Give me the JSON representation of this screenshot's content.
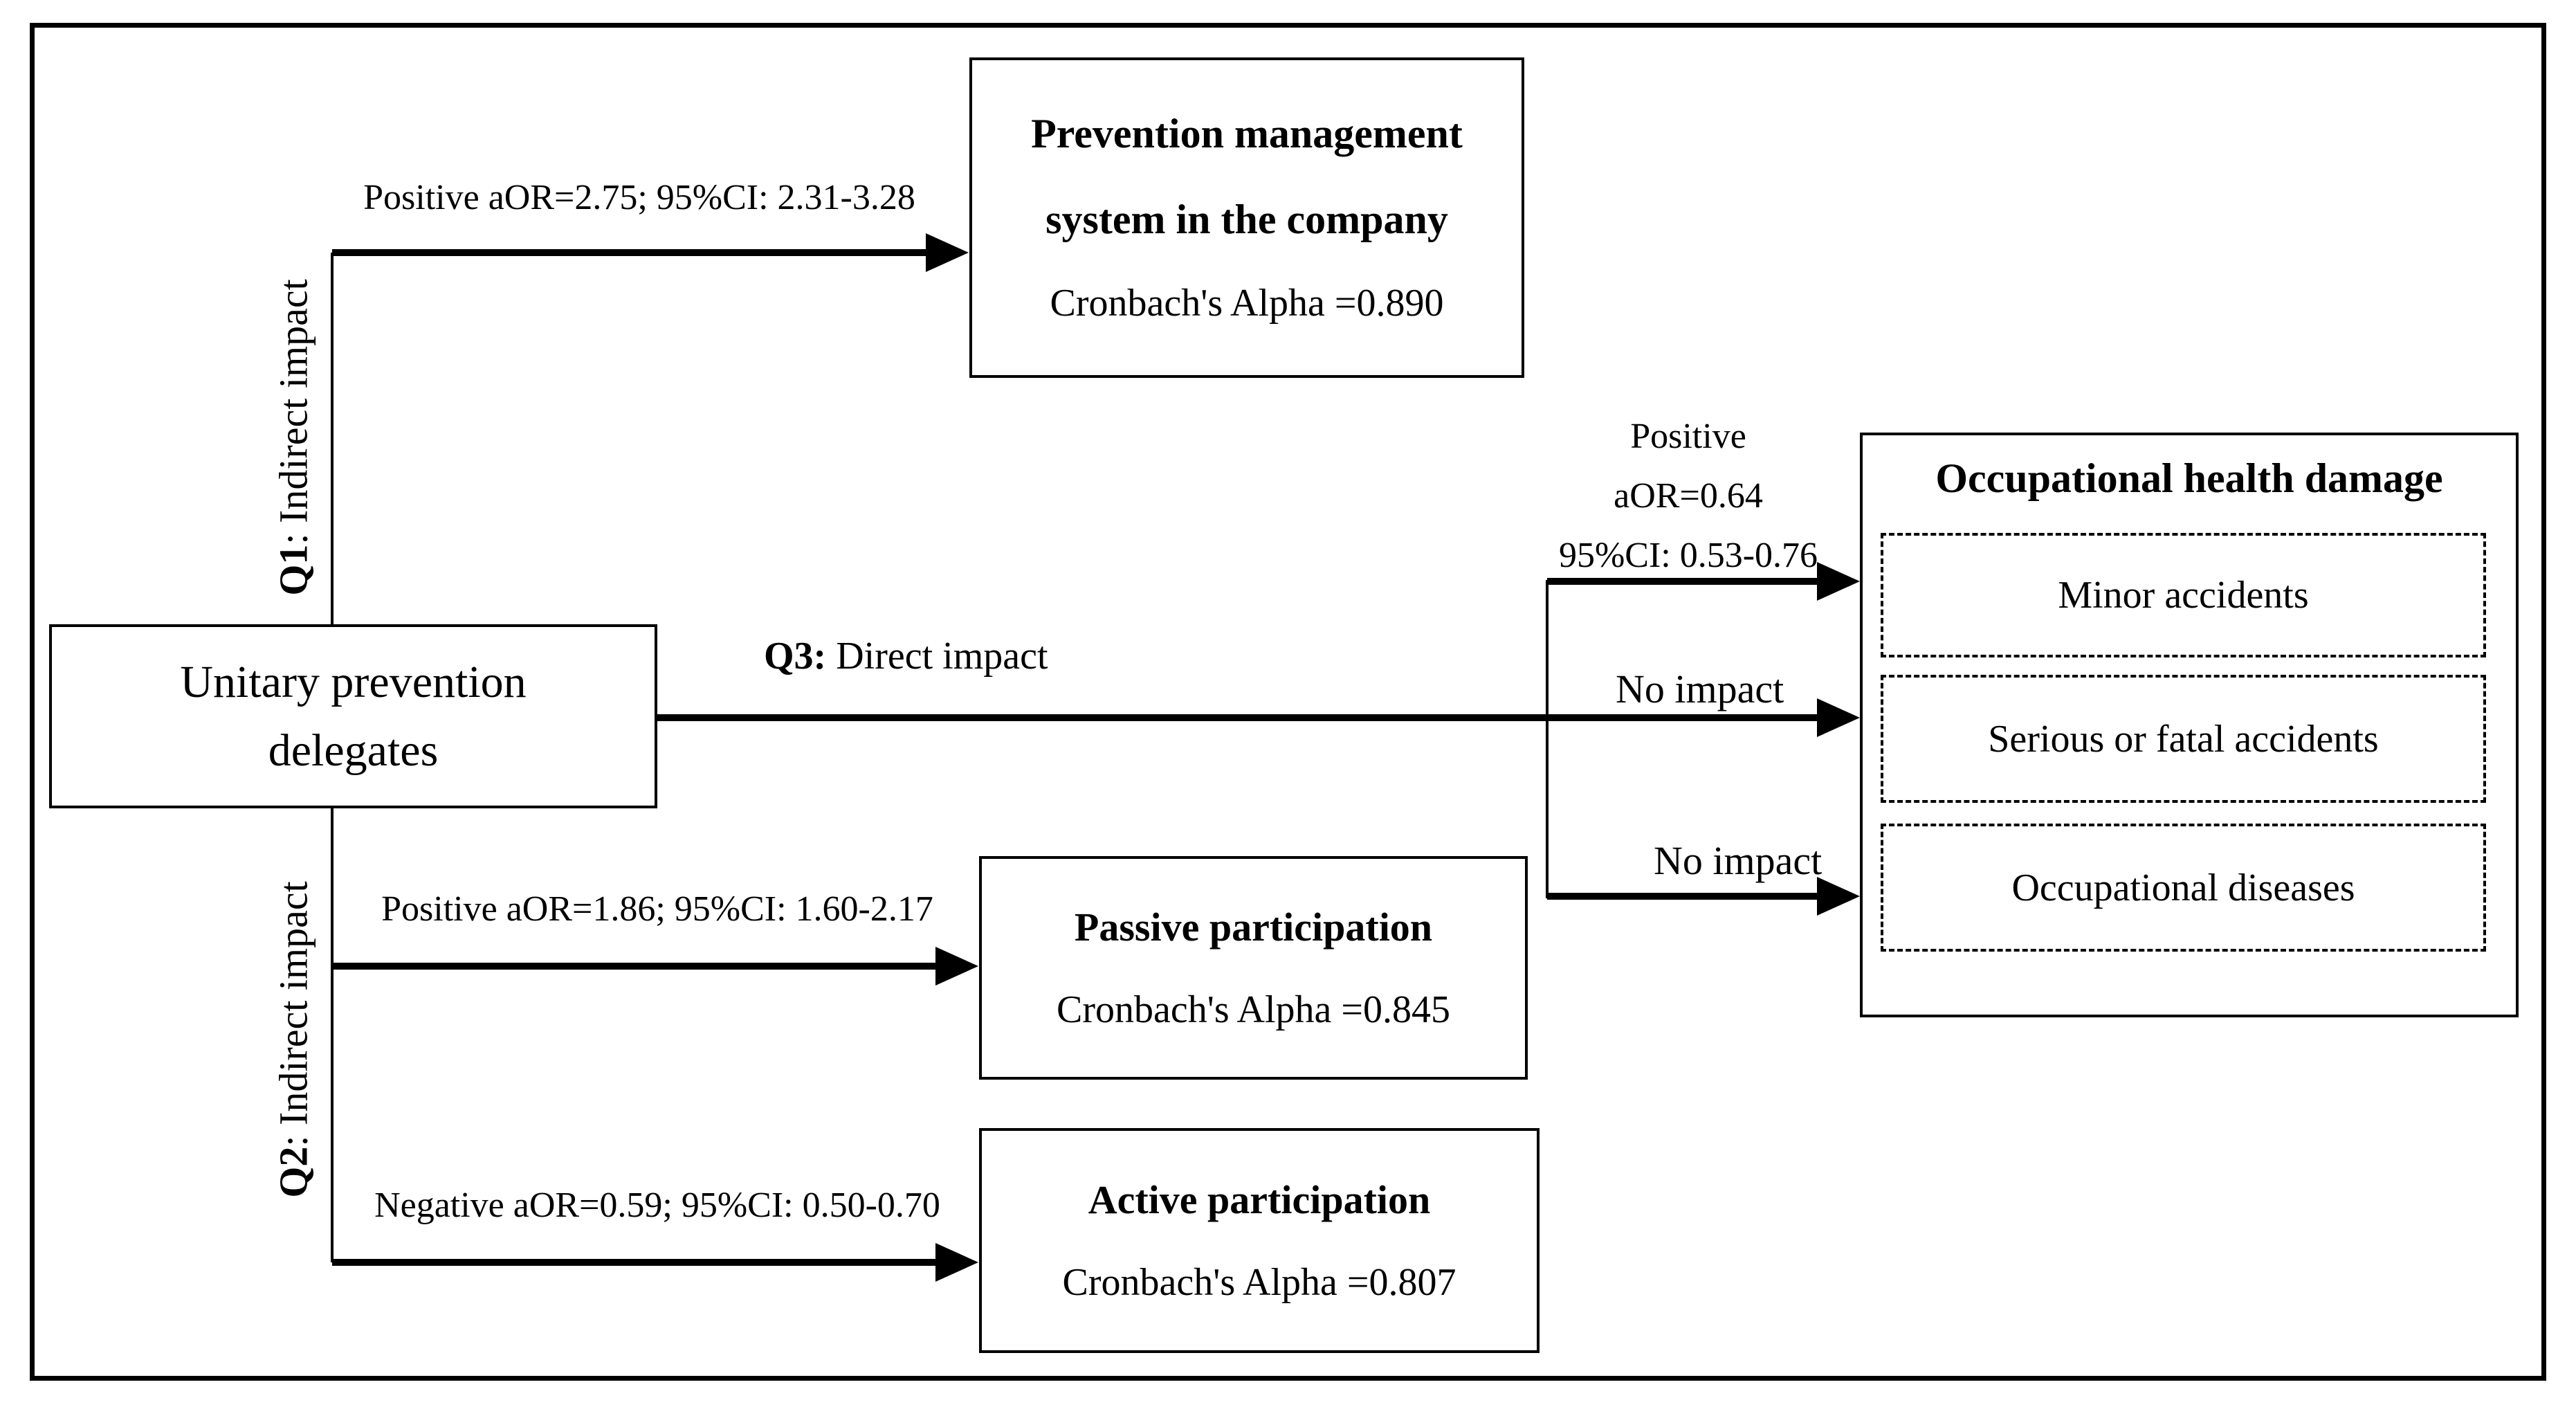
{
  "colors": {
    "ink": "#000000",
    "background": "#ffffff"
  },
  "nodes": {
    "unitary": {
      "line1": "Unitary prevention",
      "line2": "delegates"
    },
    "prevention": {
      "line1": "Prevention management",
      "line2": "system in the company",
      "cronbach": "Cronbach's Alpha =0.890"
    },
    "passive": {
      "title": "Passive participation",
      "cronbach": "Cronbach's Alpha =0.845"
    },
    "active": {
      "title": "Active participation",
      "cronbach": "Cronbach's Alpha =0.807"
    },
    "occupational": {
      "title": "Occupational health damage",
      "items": [
        {
          "label": "Minor accidents"
        },
        {
          "label": "Serious or fatal accidents"
        },
        {
          "label": "Occupational diseases"
        }
      ]
    }
  },
  "edges": {
    "q1": {
      "q": "Q1",
      "rest": ": Indirect impact",
      "label": "Positive aOR=2.75; 95%CI: 2.31-3.28"
    },
    "q2": {
      "q": "Q2",
      "rest": ": Indirect impact",
      "label_passive": "Positive aOR=1.86; 95%CI: 1.60-2.17",
      "label_active": "Negative aOR=0.59; 95%CI: 0.50-0.70"
    },
    "q3": {
      "q": "Q3:",
      "rest": " Direct impact"
    },
    "minor": {
      "line1": "Positive",
      "line2": "aOR=0.64",
      "line3": "95%CI: 0.53-0.76"
    },
    "serious": {
      "label": "No impact"
    },
    "diseases": {
      "label": "No impact"
    }
  }
}
